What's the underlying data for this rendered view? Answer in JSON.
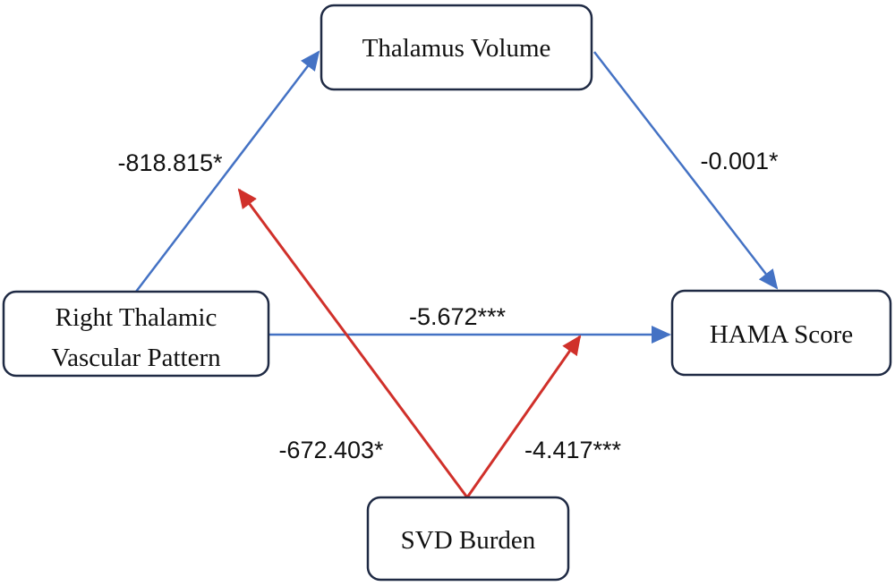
{
  "colors": {
    "mediation_path": "#4472c4",
    "moderation_path": "#d0302a",
    "box_border": "#1f2a44"
  },
  "nodes": {
    "thalamus_volume": "Thalamus Volume",
    "right_thalamic_vascular_pattern": [
      "Right Thalamic",
      "Vascular Pattern"
    ],
    "hama_score": "HAMA Score",
    "svd_burden": "SVD Burden"
  },
  "coefficients": {
    "pattern_to_volume": "-818.815*",
    "volume_to_hama": "-0.001*",
    "pattern_to_hama": "-5.672***",
    "svd_moderates_a_path": "-672.403*",
    "svd_moderates_c_path": "-4.417***"
  }
}
